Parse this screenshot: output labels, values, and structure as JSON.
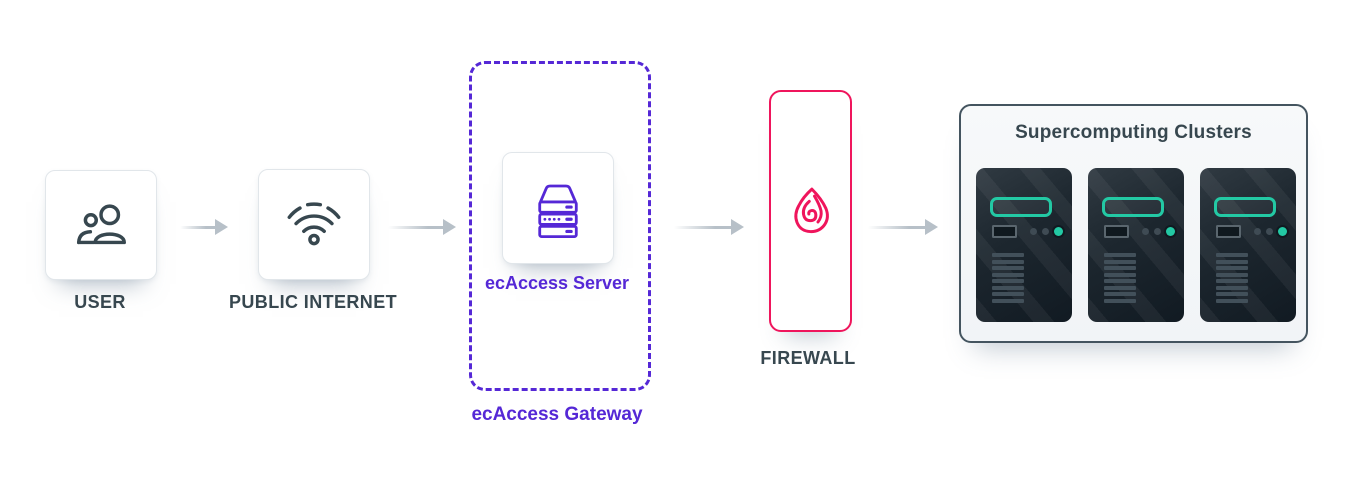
{
  "diagram": {
    "nodes": {
      "user": {
        "label": "USER",
        "icon": "users-icon"
      },
      "public_internet": {
        "label": "PUBLIC INTERNET",
        "icon": "wifi-icon"
      },
      "ecaccess_server": {
        "label": "ecAccess Server",
        "icon": "server-stack-icon"
      },
      "ecaccess_gateway": {
        "label": "ecAccess Gateway",
        "border_style": "dashed"
      },
      "firewall": {
        "label": "FIREWALL",
        "icon": "flame-icon"
      },
      "clusters": {
        "title": "Supercomputing Clusters",
        "tower_count": 3,
        "vent_bar_count": 8,
        "status_dots_per_tower": 3
      }
    },
    "flow": [
      "user",
      "public_internet",
      "ecaccess_gateway",
      "firewall",
      "clusters"
    ],
    "colors": {
      "purple_accent": "#5528d6",
      "pink_accent": "#ef155c",
      "teal_accent": "#23c9a4",
      "slate_text": "#37474f",
      "arrow_gray": "#b7c0c8",
      "card_border": "#e1e6ea",
      "panel_border": "#44545f",
      "panel_bg": "#f4f6f8",
      "tower_bg": "#1d272f"
    }
  }
}
